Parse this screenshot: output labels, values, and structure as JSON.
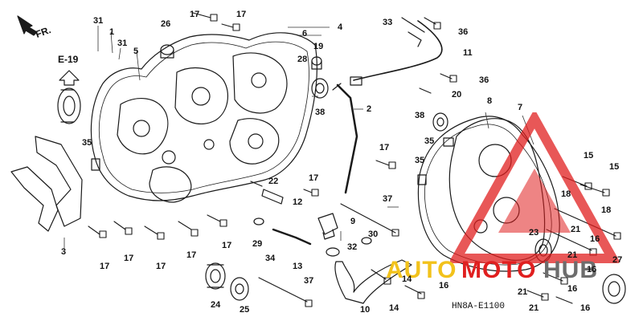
{
  "fr_mark": "FR.",
  "ref_label": "E-19",
  "diagram_code": "HN8A-E1100",
  "watermark": {
    "part1": "AUTO",
    "part2": "MOTO",
    "part3": "HUB",
    "color_red": "#e01f1f",
    "color_yellow": "#f2c21b",
    "color_gray": "#6d6d6d"
  },
  "callouts": [
    {
      "id": "c31a",
      "text": "31"
    },
    {
      "id": "c1",
      "text": "1"
    },
    {
      "id": "c31b",
      "text": "31"
    },
    {
      "id": "c26",
      "text": "26"
    },
    {
      "id": "c17a",
      "text": "17"
    },
    {
      "id": "c17b",
      "text": "17"
    },
    {
      "id": "c5",
      "text": "5"
    },
    {
      "id": "c4",
      "text": "4"
    },
    {
      "id": "c6",
      "text": "6"
    },
    {
      "id": "c19",
      "text": "19"
    },
    {
      "id": "c28",
      "text": "28"
    },
    {
      "id": "c33",
      "text": "33"
    },
    {
      "id": "c36a",
      "text": "36"
    },
    {
      "id": "c11",
      "text": "11"
    },
    {
      "id": "c36b",
      "text": "36"
    },
    {
      "id": "c20",
      "text": "20"
    },
    {
      "id": "c38a",
      "text": "38"
    },
    {
      "id": "c2",
      "text": "2"
    },
    {
      "id": "c38b",
      "text": "38"
    },
    {
      "id": "c8",
      "text": "8"
    },
    {
      "id": "c7",
      "text": "7"
    },
    {
      "id": "c35a",
      "text": "35"
    },
    {
      "id": "c35b",
      "text": "35"
    },
    {
      "id": "c35c",
      "text": "35"
    },
    {
      "id": "c17c",
      "text": "17"
    },
    {
      "id": "c22",
      "text": "22"
    },
    {
      "id": "c17d",
      "text": "17"
    },
    {
      "id": "c12",
      "text": "12"
    },
    {
      "id": "c37a",
      "text": "37"
    },
    {
      "id": "c9",
      "text": "9"
    },
    {
      "id": "c15a",
      "text": "15"
    },
    {
      "id": "c15b",
      "text": "15"
    },
    {
      "id": "c18a",
      "text": "18"
    },
    {
      "id": "c18b",
      "text": "18"
    },
    {
      "id": "c3",
      "text": "3"
    },
    {
      "id": "c17e",
      "text": "17"
    },
    {
      "id": "c17f",
      "text": "17"
    },
    {
      "id": "c17g",
      "text": "17"
    },
    {
      "id": "c17h",
      "text": "17"
    },
    {
      "id": "c17i",
      "text": "17"
    },
    {
      "id": "c29",
      "text": "29"
    },
    {
      "id": "c34",
      "text": "34"
    },
    {
      "id": "c32",
      "text": "32"
    },
    {
      "id": "c30",
      "text": "30"
    },
    {
      "id": "c13",
      "text": "13"
    },
    {
      "id": "c23",
      "text": "23"
    },
    {
      "id": "c21a",
      "text": "21"
    },
    {
      "id": "c16a",
      "text": "16"
    },
    {
      "id": "c21b",
      "text": "21"
    },
    {
      "id": "c16b",
      "text": "16"
    },
    {
      "id": "c27",
      "text": "27"
    },
    {
      "id": "c14a",
      "text": "14"
    },
    {
      "id": "c16c",
      "text": "16"
    },
    {
      "id": "c37b",
      "text": "37"
    },
    {
      "id": "c24",
      "text": "24"
    },
    {
      "id": "c25",
      "text": "25"
    },
    {
      "id": "c10",
      "text": "10"
    },
    {
      "id": "c14b",
      "text": "14"
    },
    {
      "id": "c21c",
      "text": "21"
    },
    {
      "id": "c16d",
      "text": "16"
    },
    {
      "id": "c21d",
      "text": "21"
    },
    {
      "id": "c16e",
      "text": "16"
    }
  ]
}
